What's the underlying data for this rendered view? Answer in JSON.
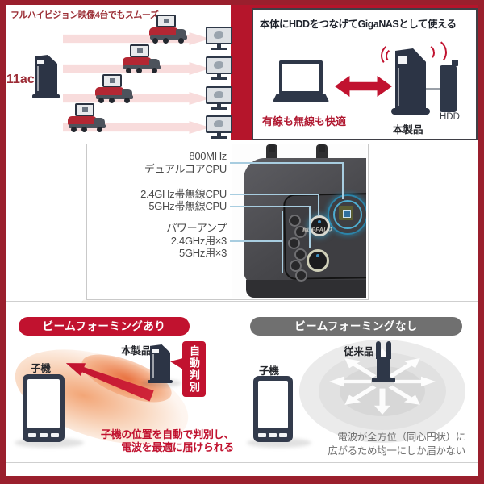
{
  "colors": {
    "frame_red": "#9a1f2d",
    "band_red": "#b5152b",
    "accent_red": "#c1122f",
    "navy": "#2e3748",
    "banner_gray": "#707070",
    "leader_blue": "#a8cde0"
  },
  "icons": {
    "router-tower-icon": "css-shape",
    "truck-video-icon": "css-shape",
    "tv-icon": "css-shape",
    "laptop-icon": "css-shape",
    "double-arrow-icon": "css-shape",
    "wifi-arcs-icon": "css-arcs",
    "hdd-icon": "css-shape",
    "smartphone-icon": "css-shape",
    "beam-arrow-icon": "css-shape",
    "radial-arrows-icon": "svg-shape"
  },
  "top_left": {
    "title": "フルハイビジョン映像4台でもスムーズ",
    "speed_label": "11ac"
  },
  "top_right": {
    "title": "本体にHDDをつなげてGigaNASとして使える",
    "caption": "有線も無線も快適",
    "product_label": "本製品",
    "hdd_label": "HDD"
  },
  "internals": {
    "callout_cpu_line1": "800MHz",
    "callout_cpu_line2": "デュアルコアCPU",
    "callout_wireless24": "2.4GHz帯無線CPU",
    "callout_wireless5": "5GHz帯無線CPU",
    "callout_amp_line1": "パワーアンプ",
    "callout_amp_line2": "2.4GHz用×3",
    "callout_amp_line3": "5GHz用×3",
    "board_logo": "BUFFALO"
  },
  "beamforming_on": {
    "banner": "ビームフォーミングあり",
    "client_label": "子機",
    "product_label": "本製品",
    "badge": "自動判別",
    "caption_line1": "子機の位置を自動で判別し、",
    "caption_line2": "電波を最適に届けられる"
  },
  "beamforming_off": {
    "banner": "ビームフォーミングなし",
    "client_label": "子機",
    "legacy_label": "従来品",
    "caption_line1": "電波が全方位（同心円状）に",
    "caption_line2": "広がるため均一にしか届かない"
  }
}
